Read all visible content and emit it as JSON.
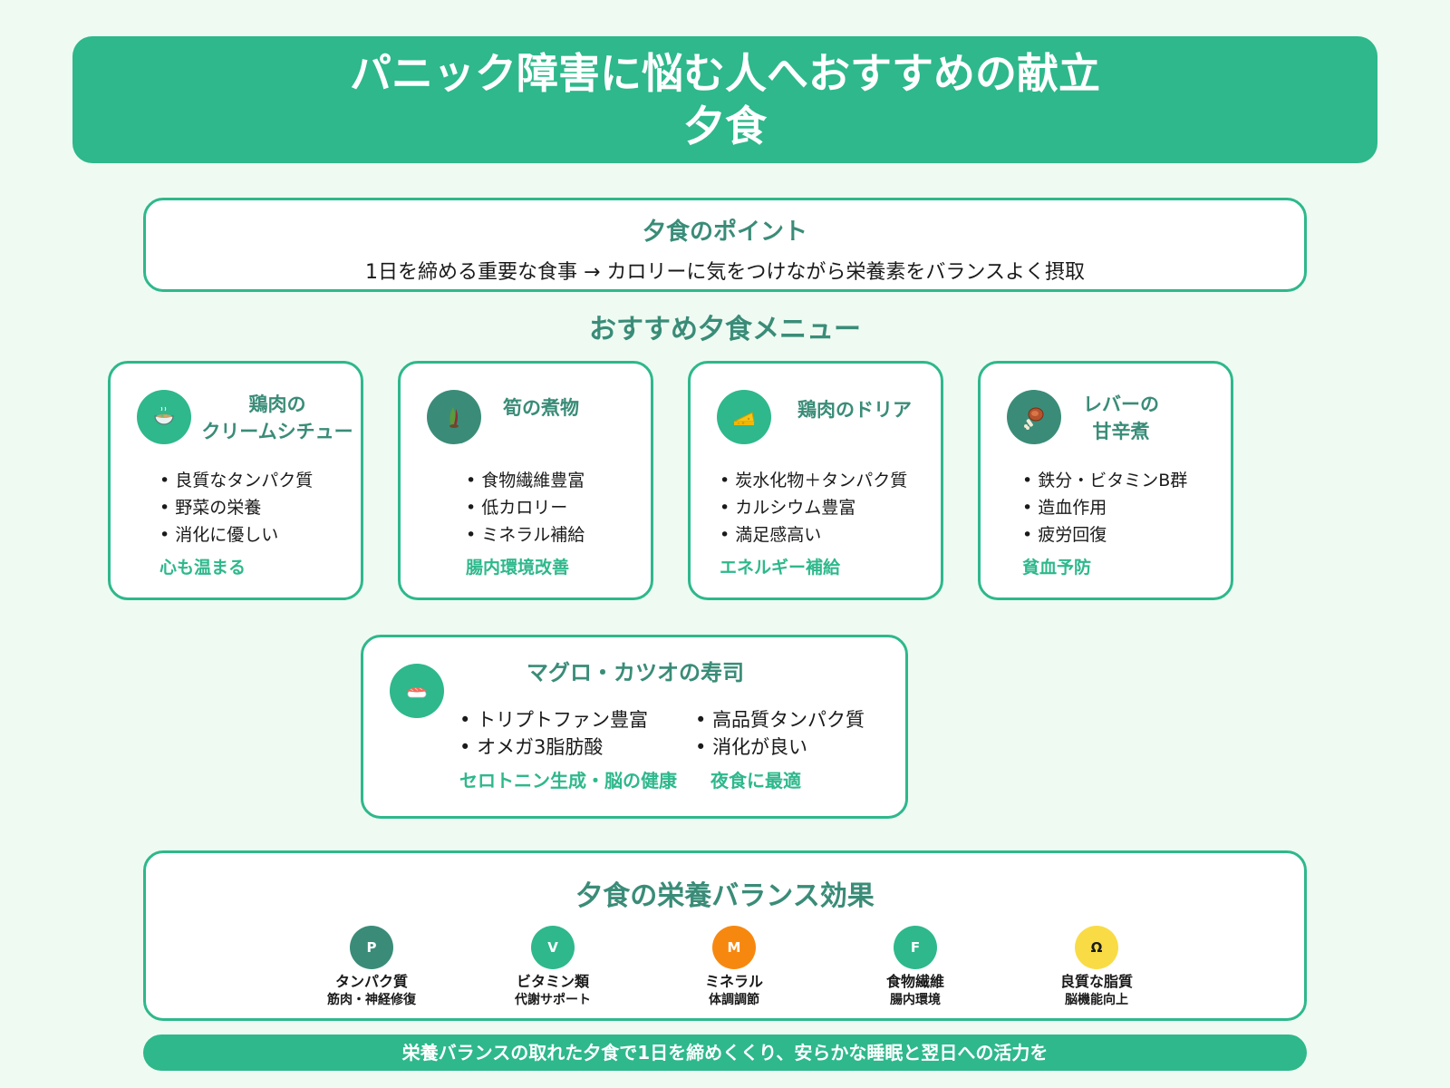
{
  "header": {
    "title_line1": "パニック障害に悩む人へおすすめの献立",
    "title_line2": "夕食"
  },
  "point": {
    "title": "夕食のポイント",
    "text": "1日を締める重要な食事 → カロリーに気をつけながら栄養素をバランスよく摂取"
  },
  "menu_section_title": "おすすめ夕食メニュー",
  "menu": [
    {
      "icon": "stew-bowl-icon",
      "title_line1": "鶏肉の",
      "title_line2": "クリームシチュー",
      "items": [
        "良質なタンパク質",
        "野菜の栄養",
        "消化に優しい"
      ],
      "effect": "心も温まる"
    },
    {
      "icon": "bamboo-shoot-icon",
      "title_line1": "筍の煮物",
      "title_line2": "",
      "items": [
        "食物繊維豊富",
        "低カロリー",
        "ミネラル補給"
      ],
      "effect": "腸内環境改善"
    },
    {
      "icon": "cheese-icon",
      "title_line1": "鶏肉のドリア",
      "title_line2": "",
      "items": [
        "炭水化物＋タンパク質",
        "カルシウム豊富",
        "満足感高い"
      ],
      "effect": "エネルギー補給"
    },
    {
      "icon": "meat-icon",
      "title_line1": "レバーの",
      "title_line2": "甘辛煮",
      "items": [
        "鉄分・ビタミンB群",
        "造血作用",
        "疲労回復"
      ],
      "effect": "貧血予防"
    }
  ],
  "sushi": {
    "icon": "sushi-icon",
    "title": "マグロ・カツオの寿司",
    "items_left": [
      "トリプトファン豊富",
      "オメガ3脂肪酸"
    ],
    "items_right": [
      "高品質タンパク質",
      "消化が良い"
    ],
    "effect_left": "セロトニン生成・脳の健康",
    "effect_right": "夜食に最適"
  },
  "balance": {
    "title": "夕食の栄養バランス効果",
    "nutrients": [
      {
        "letter": "P",
        "name": "タンパク質",
        "sub": "筋肉・神経修復",
        "color": "#3a8c78",
        "text_color": "#ffffff"
      },
      {
        "letter": "V",
        "name": "ビタミン類",
        "sub": "代謝サポート",
        "color": "#2eb88c",
        "text_color": "#ffffff"
      },
      {
        "letter": "M",
        "name": "ミネラル",
        "sub": "体調調節",
        "color": "#f7880f",
        "text_color": "#ffffff"
      },
      {
        "letter": "F",
        "name": "食物繊維",
        "sub": "腸内環境",
        "color": "#2eb88c",
        "text_color": "#ffffff"
      },
      {
        "letter": "Ω",
        "name": "良質な脂質",
        "sub": "脳機能向上",
        "color": "#f9dc45",
        "text_color": "#1a1a1a"
      }
    ]
  },
  "footer": {
    "text": "栄養バランスの取れた夕食で1日を締めくくり、安らかな睡眠と翌日への活力を"
  },
  "colors": {
    "accent": "#2eb88c",
    "accent_dark": "#3a8c78",
    "background": "#effbf2"
  }
}
